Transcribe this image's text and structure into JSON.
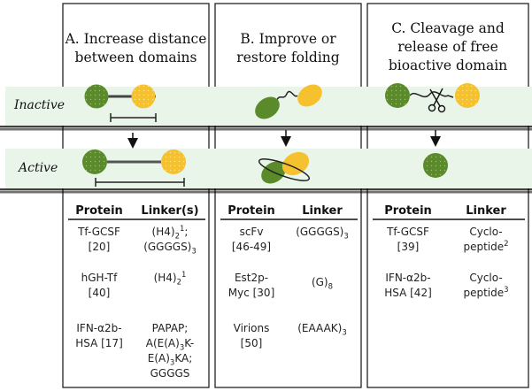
{
  "columns": [
    {
      "title_lines": [
        "A.  Increase distance",
        "between domains"
      ],
      "headers": [
        "Protein",
        "Linker(s)"
      ],
      "rows": [
        {
          "protein": [
            "Tf-GCSF",
            "[20]"
          ],
          "linker": [
            "(H4)<sub>2</sub><sup>1</sup>;",
            "(GGGGS)<sub>3</sub>"
          ]
        },
        {
          "protein": [
            "hGH-Tf",
            "[40]"
          ],
          "linker": [
            "(H4)<sub>2</sub><sup>1</sup>"
          ]
        },
        {
          "protein": [
            "IFN-α2b-",
            "HSA [17]"
          ],
          "linker": [
            "PAPAP;",
            "A(E(A)<sub>3</sub>K-",
            "E(A)<sub>3</sub>KA;",
            "GGGGS"
          ]
        }
      ]
    },
    {
      "title_lines": [
        "B.  Improve or",
        "restore folding"
      ],
      "headers": [
        "Protein",
        "Linker"
      ],
      "rows": [
        {
          "protein": [
            "scFv",
            "[46-49]"
          ],
          "linker": [
            "(GGGGS)<sub>3</sub>"
          ]
        },
        {
          "protein": [
            "Est2p-",
            "Myc [30]"
          ],
          "linker": [
            "(G)<sub>8</sub>"
          ]
        },
        {
          "protein": [
            "Virions",
            "[50]"
          ],
          "linker": [
            "(EAAAK)<sub>3</sub>"
          ]
        }
      ]
    },
    {
      "title_lines": [
        "C.  Cleavage and",
        "release of free",
        "bioactive domain"
      ],
      "headers": [
        "Protein",
        "Linker"
      ],
      "rows": [
        {
          "protein": [
            "Tf-GCSF",
            "[39]"
          ],
          "linker": [
            "Cyclo-",
            "peptide<sup>2</sup>"
          ]
        },
        {
          "protein": [
            "IFN-α2b-",
            "HSA [42]"
          ],
          "linker": [
            "Cyclo-",
            "peptide<sup>3</sup>"
          ]
        }
      ]
    }
  ],
  "row_labels": {
    "inactive": "Inactive",
    "active": "Active"
  },
  "colors": {
    "green_domain": "#5a8a2a",
    "yellow_domain": "#f5c12e",
    "band_fill": "#eaf5ea",
    "line": "#2b2b2b"
  }
}
